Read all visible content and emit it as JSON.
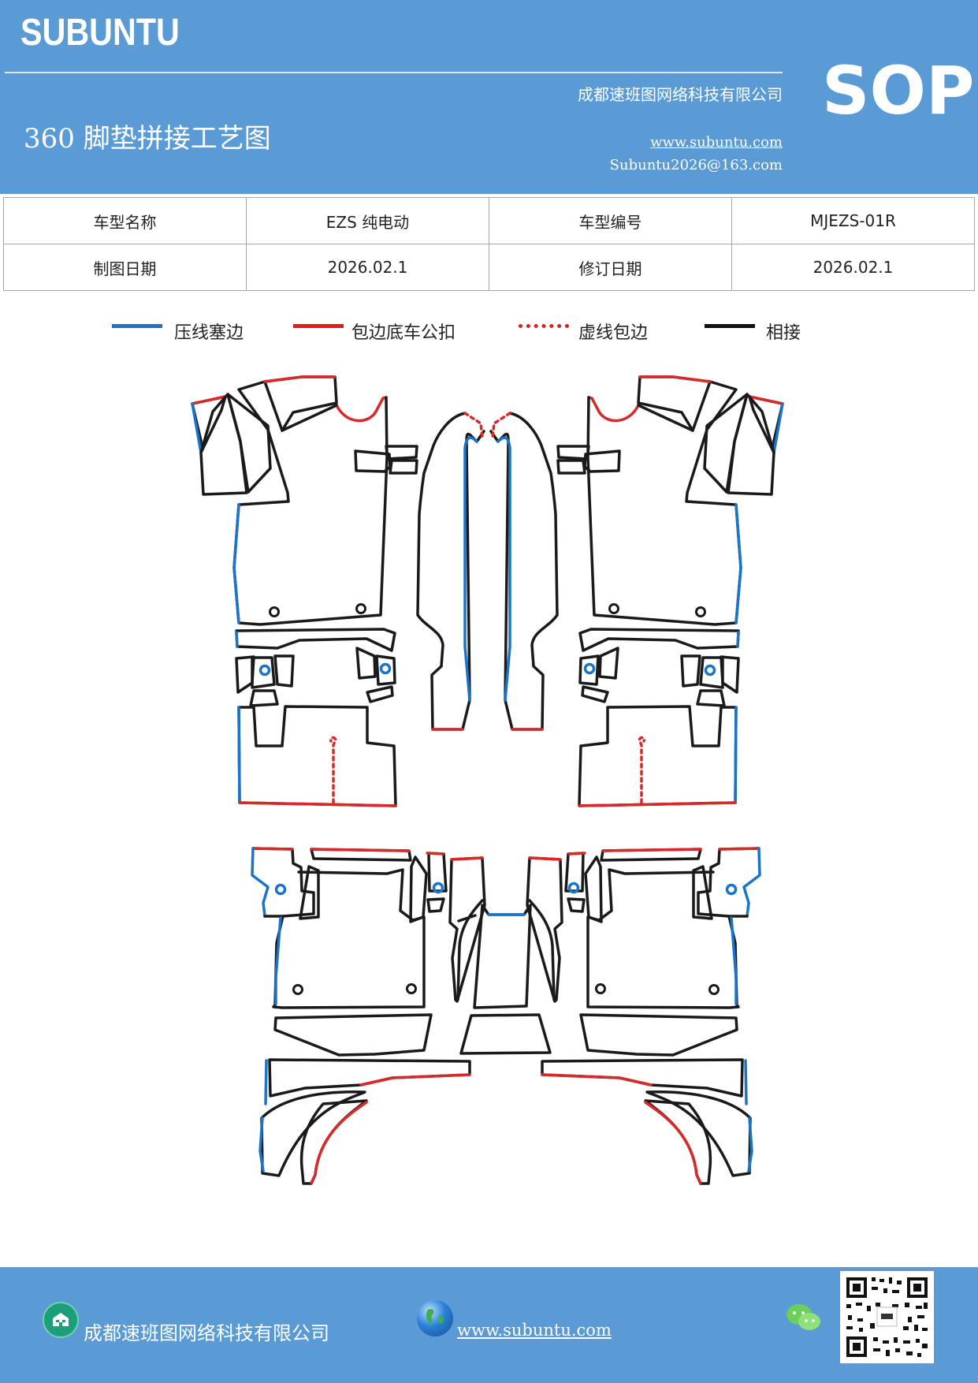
{
  "header": {
    "logo": "SUBUNTU",
    "company": "成都速班图网络科技有限公司",
    "title": "360 脚垫拼接工艺图",
    "website": "www.subuntu.com",
    "email": "Subuntu2026@163.com",
    "badge": "SOP"
  },
  "info_table": {
    "rows": [
      {
        "label1": "车型名称",
        "value1": "EZS 纯电动",
        "label2": "车型编号",
        "value2": "MJEZS-01R"
      },
      {
        "label1": "制图日期",
        "value1": "2026.02.1",
        "label2": "修订日期",
        "value2": "2026.02.1"
      }
    ]
  },
  "legend": [
    {
      "label": "压线塞边",
      "color": "#1a75c9",
      "style": "solid"
    },
    {
      "label": "包边底车公扣",
      "color": "#e21b1b",
      "style": "solid"
    },
    {
      "label": "虚线包边",
      "color": "#e21b1b",
      "style": "dotted"
    },
    {
      "label": "相接",
      "color": "#111111",
      "style": "solid"
    }
  ],
  "colors": {
    "blue": "#1a75c9",
    "red": "#d92a2a",
    "black": "#1a1a1a",
    "header_bg": "#5b9bd5"
  },
  "footer": {
    "company": "成都速班图网络科技有限公司",
    "website": "www.subuntu.com",
    "icons": [
      "building-icon",
      "globe-icon",
      "wechat-icon",
      "qr-code"
    ]
  }
}
